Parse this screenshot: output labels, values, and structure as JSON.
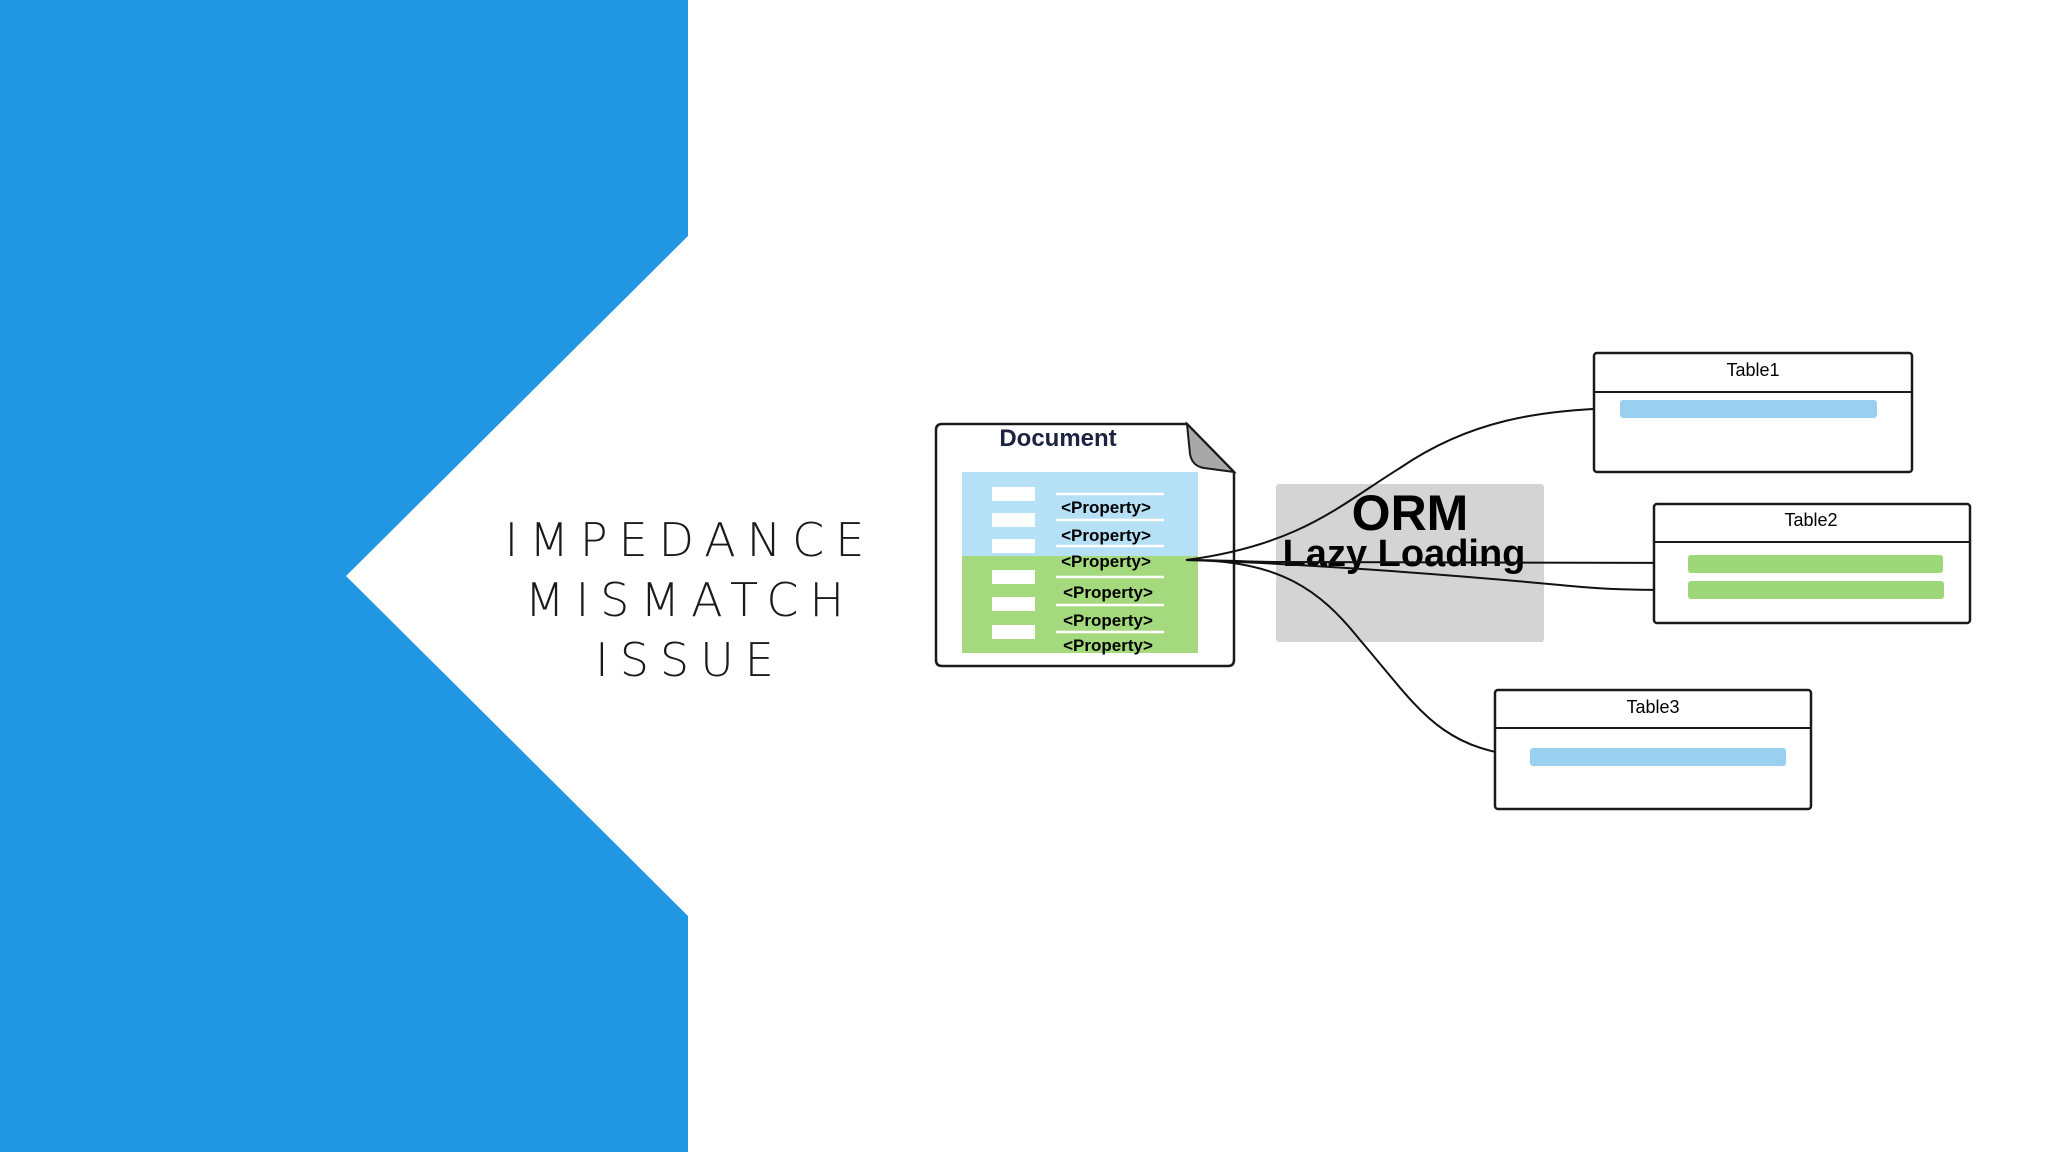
{
  "slide": {
    "title_lines": [
      "IMPEDANCE",
      "MISMATCH",
      "ISSUE"
    ],
    "colors": {
      "accent_blue": "#2196e3",
      "background": "#ffffff"
    }
  },
  "diagram": {
    "document": {
      "title": "Document",
      "properties": [
        "<Property>",
        "<Property>",
        "<Property>",
        "<Property>",
        "<Property>",
        "<Property>"
      ],
      "colors": {
        "light_blue": "#b6e0f5",
        "green": "#a5d97e"
      }
    },
    "orm": {
      "title": "ORM",
      "subtitle": "Lazy Loading",
      "color": "#d4d4d4"
    },
    "tables": [
      {
        "name": "Table1",
        "row_color": "#99d0f0"
      },
      {
        "name": "Table2",
        "row_color": "#9ed77a"
      },
      {
        "name": "Table3",
        "row_color": "#99d0f0"
      }
    ]
  }
}
